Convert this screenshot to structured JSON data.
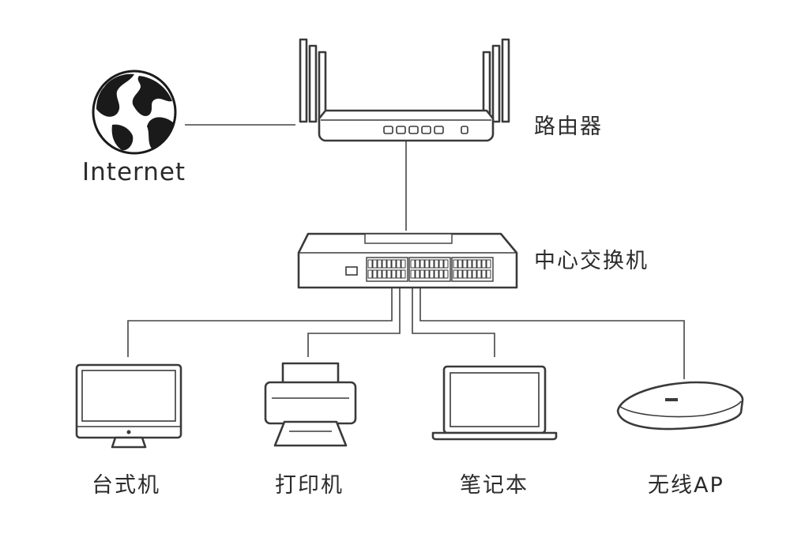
{
  "labels": {
    "internet": "Internet",
    "router": "路由器",
    "switch": "中心交换机",
    "desktop": "台式机",
    "printer": "打印机",
    "laptop": "笔记本",
    "wireless_ap": "无线AP"
  },
  "colors": {
    "line": "#444444",
    "device_outline": "#3a3a3a",
    "globe_land": "#1a1a1a",
    "background": "#ffffff"
  },
  "icons": [
    "globe-icon",
    "router-icon",
    "switch-icon",
    "desktop-icon",
    "printer-icon",
    "laptop-icon",
    "wireless-ap-icon"
  ]
}
